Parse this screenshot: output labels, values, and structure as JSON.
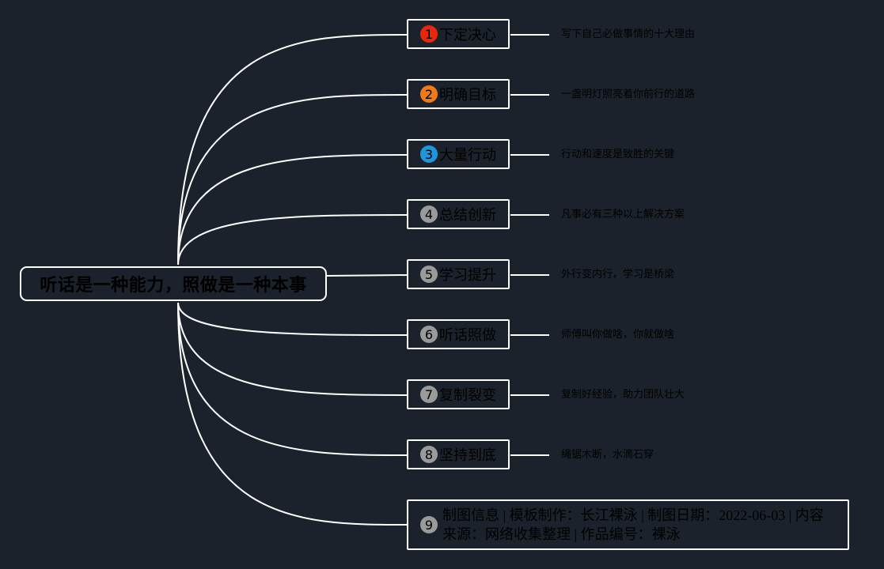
{
  "root": {
    "label": "听话是一种能力，照做是一种本事"
  },
  "branches": [
    {
      "number": "1",
      "label": "下定决心",
      "note": "写下自己必做事情的十大理由",
      "badge_color": "#e8270c"
    },
    {
      "number": "2",
      "label": "明确目标",
      "note": "一盏明灯照亮着你前行的道路",
      "badge_color": "#f07a1a"
    },
    {
      "number": "3",
      "label": "大量行动",
      "note": "行动和速度是致胜的关键",
      "badge_color": "#1f95dc"
    },
    {
      "number": "4",
      "label": "总结创新",
      "note": "凡事必有三种以上解决方案",
      "badge_color": "#9a9a9a"
    },
    {
      "number": "5",
      "label": "学习提升",
      "note": "外行变内行，学习是桥梁",
      "badge_color": "#9a9a9a"
    },
    {
      "number": "6",
      "label": "听话照做",
      "note": "师傅叫你做啥，你就做啥",
      "badge_color": "#9a9a9a"
    },
    {
      "number": "7",
      "label": "复制裂变",
      "note": "复制好经验，助力团队壮大",
      "badge_color": "#9a9a9a"
    },
    {
      "number": "8",
      "label": "坚持到底",
      "note": "绳锯木断，水滴石穿",
      "badge_color": "#9a9a9a"
    }
  ],
  "info": {
    "number": "9",
    "text": "制图信息 | 模板制作：长江裸泳 | 制图日期：2022-06-03 | 内容来源：网络收集整理 | 作品编号：裸泳",
    "badge_color": "#9a9a9a"
  },
  "colors": {
    "background": "#1c222b",
    "line": "#ffffff",
    "text": "#000000"
  }
}
